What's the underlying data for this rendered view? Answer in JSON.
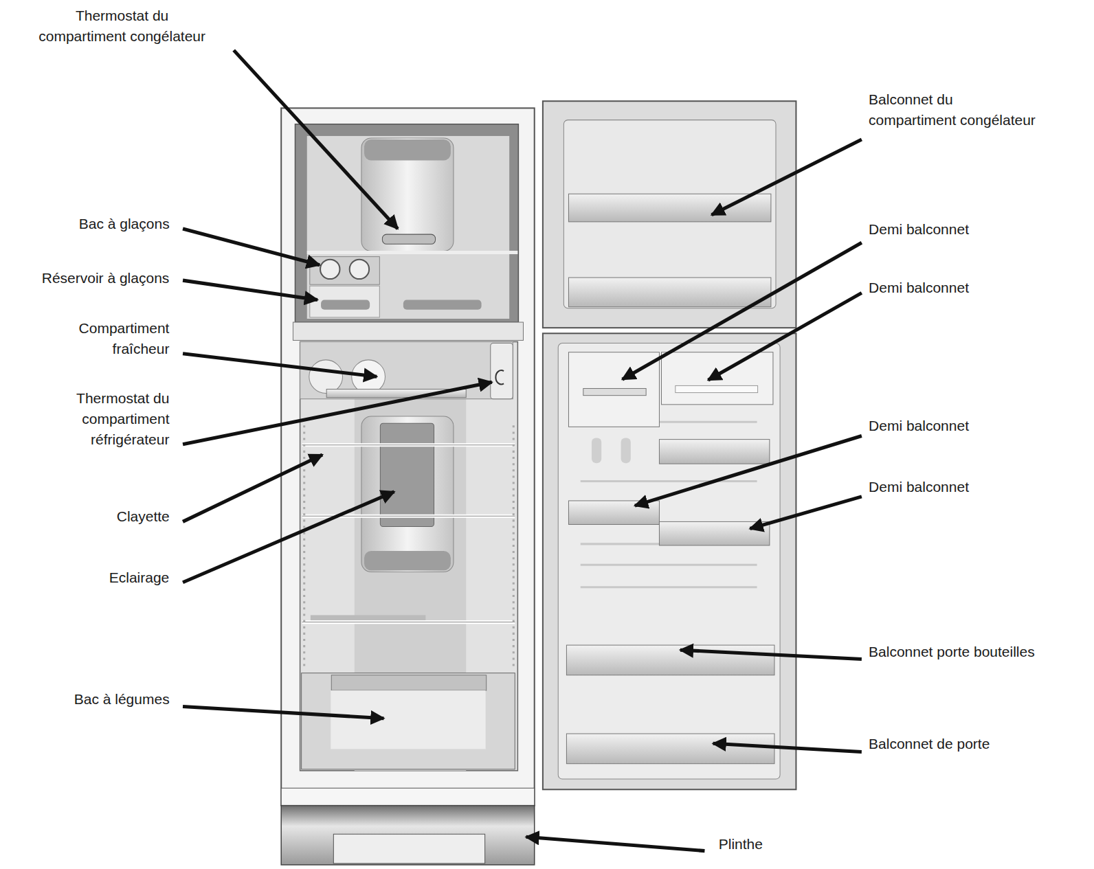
{
  "diagram": {
    "labels": [
      "Thermostat du compartiment congélateur",
      "Balconnet du compartiment congélateur",
      "Bac à glaçons",
      "Demi balconnet",
      "Réservoir à glaçons",
      "Demi balconnet",
      "Compartiment fraîcheur",
      "Thermostat du compartiment réfrigérateur",
      "Demi balconnet",
      "Clayette",
      "Demi balconnet",
      "Eclairage",
      "Balconnet porte bouteilles",
      "Bac à légumes",
      "Balconnet de porte",
      "Plinthe"
    ]
  }
}
